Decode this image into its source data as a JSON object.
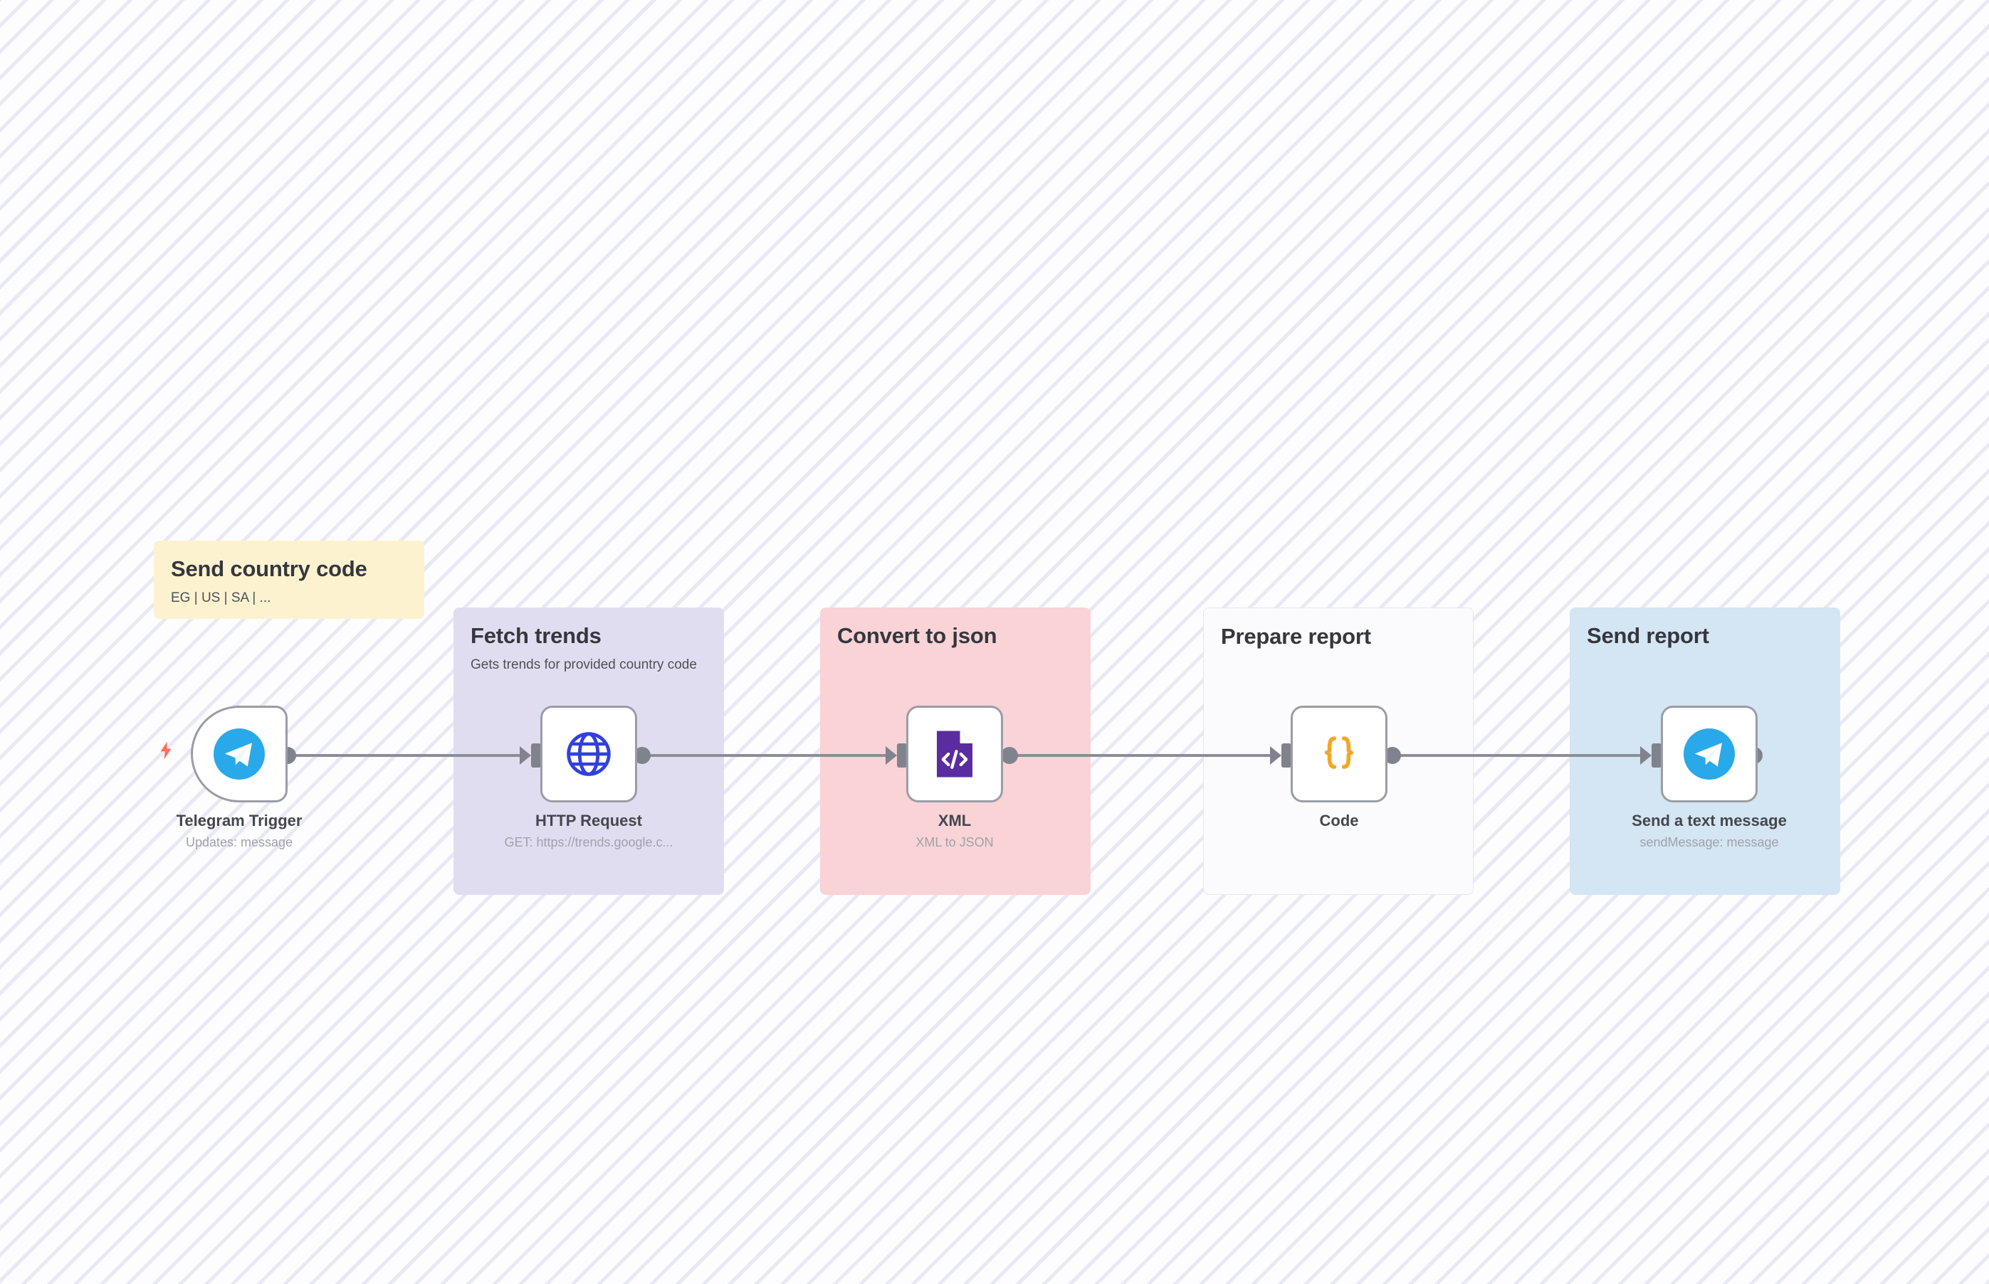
{
  "canvas": {
    "background_color": "#fbfcfe",
    "stripe_color": "#e8e9f4"
  },
  "sticky_notes": [
    {
      "id": "send-country-code",
      "title": "Send country code",
      "subtitle": "EG | US | SA | ...",
      "color": "#fdf2d0",
      "color_name": "yellow"
    },
    {
      "id": "fetch-trends",
      "title": "Fetch trends",
      "subtitle": "Gets trends for provided country code",
      "color": "#e1ddf1",
      "color_name": "purple"
    },
    {
      "id": "convert-to-json",
      "title": "Convert to json",
      "subtitle": "",
      "color": "#f9d3d6",
      "color_name": "pink"
    },
    {
      "id": "prepare-report",
      "title": "Prepare report",
      "subtitle": "",
      "color": "#fbfbfd",
      "color_name": "white"
    },
    {
      "id": "send-report",
      "title": "Send report",
      "subtitle": "",
      "color": "#d4e5f3",
      "color_name": "blue"
    }
  ],
  "nodes": [
    {
      "id": "telegram-trigger",
      "name": "Telegram Trigger",
      "subtitle": "Updates: message",
      "icon": "telegram-icon",
      "icon_color": "#29a9e9",
      "is_trigger": true,
      "trigger_badge": "lightning-bolt-icon",
      "trigger_badge_color": "#ff6d5a"
    },
    {
      "id": "http-request",
      "name": "HTTP Request",
      "subtitle": "GET: https://trends.google.c...",
      "icon": "globe-icon",
      "icon_color": "#3140dd",
      "is_trigger": false
    },
    {
      "id": "xml",
      "name": "XML",
      "subtitle": "XML to JSON",
      "icon": "xml-file-icon",
      "icon_color": "#5a2ca0",
      "is_trigger": false
    },
    {
      "id": "code",
      "name": "Code",
      "subtitle": "",
      "icon": "curly-braces-icon",
      "icon_color": "#f5a623",
      "is_trigger": false
    },
    {
      "id": "send-a-text-message",
      "name": "Send a text message",
      "subtitle": "sendMessage: message",
      "icon": "telegram-icon",
      "icon_color": "#29a9e9",
      "is_trigger": false
    }
  ],
  "connections": [
    {
      "id": "conn-1",
      "from": "telegram-trigger",
      "to": "http-request"
    },
    {
      "id": "conn-2",
      "from": "http-request",
      "to": "xml"
    },
    {
      "id": "conn-3",
      "from": "xml",
      "to": "code"
    },
    {
      "id": "conn-4",
      "from": "code",
      "to": "send-a-text-message"
    }
  ],
  "connection_style": {
    "line_color": "#8b8e97",
    "port_color": "#80838d"
  }
}
